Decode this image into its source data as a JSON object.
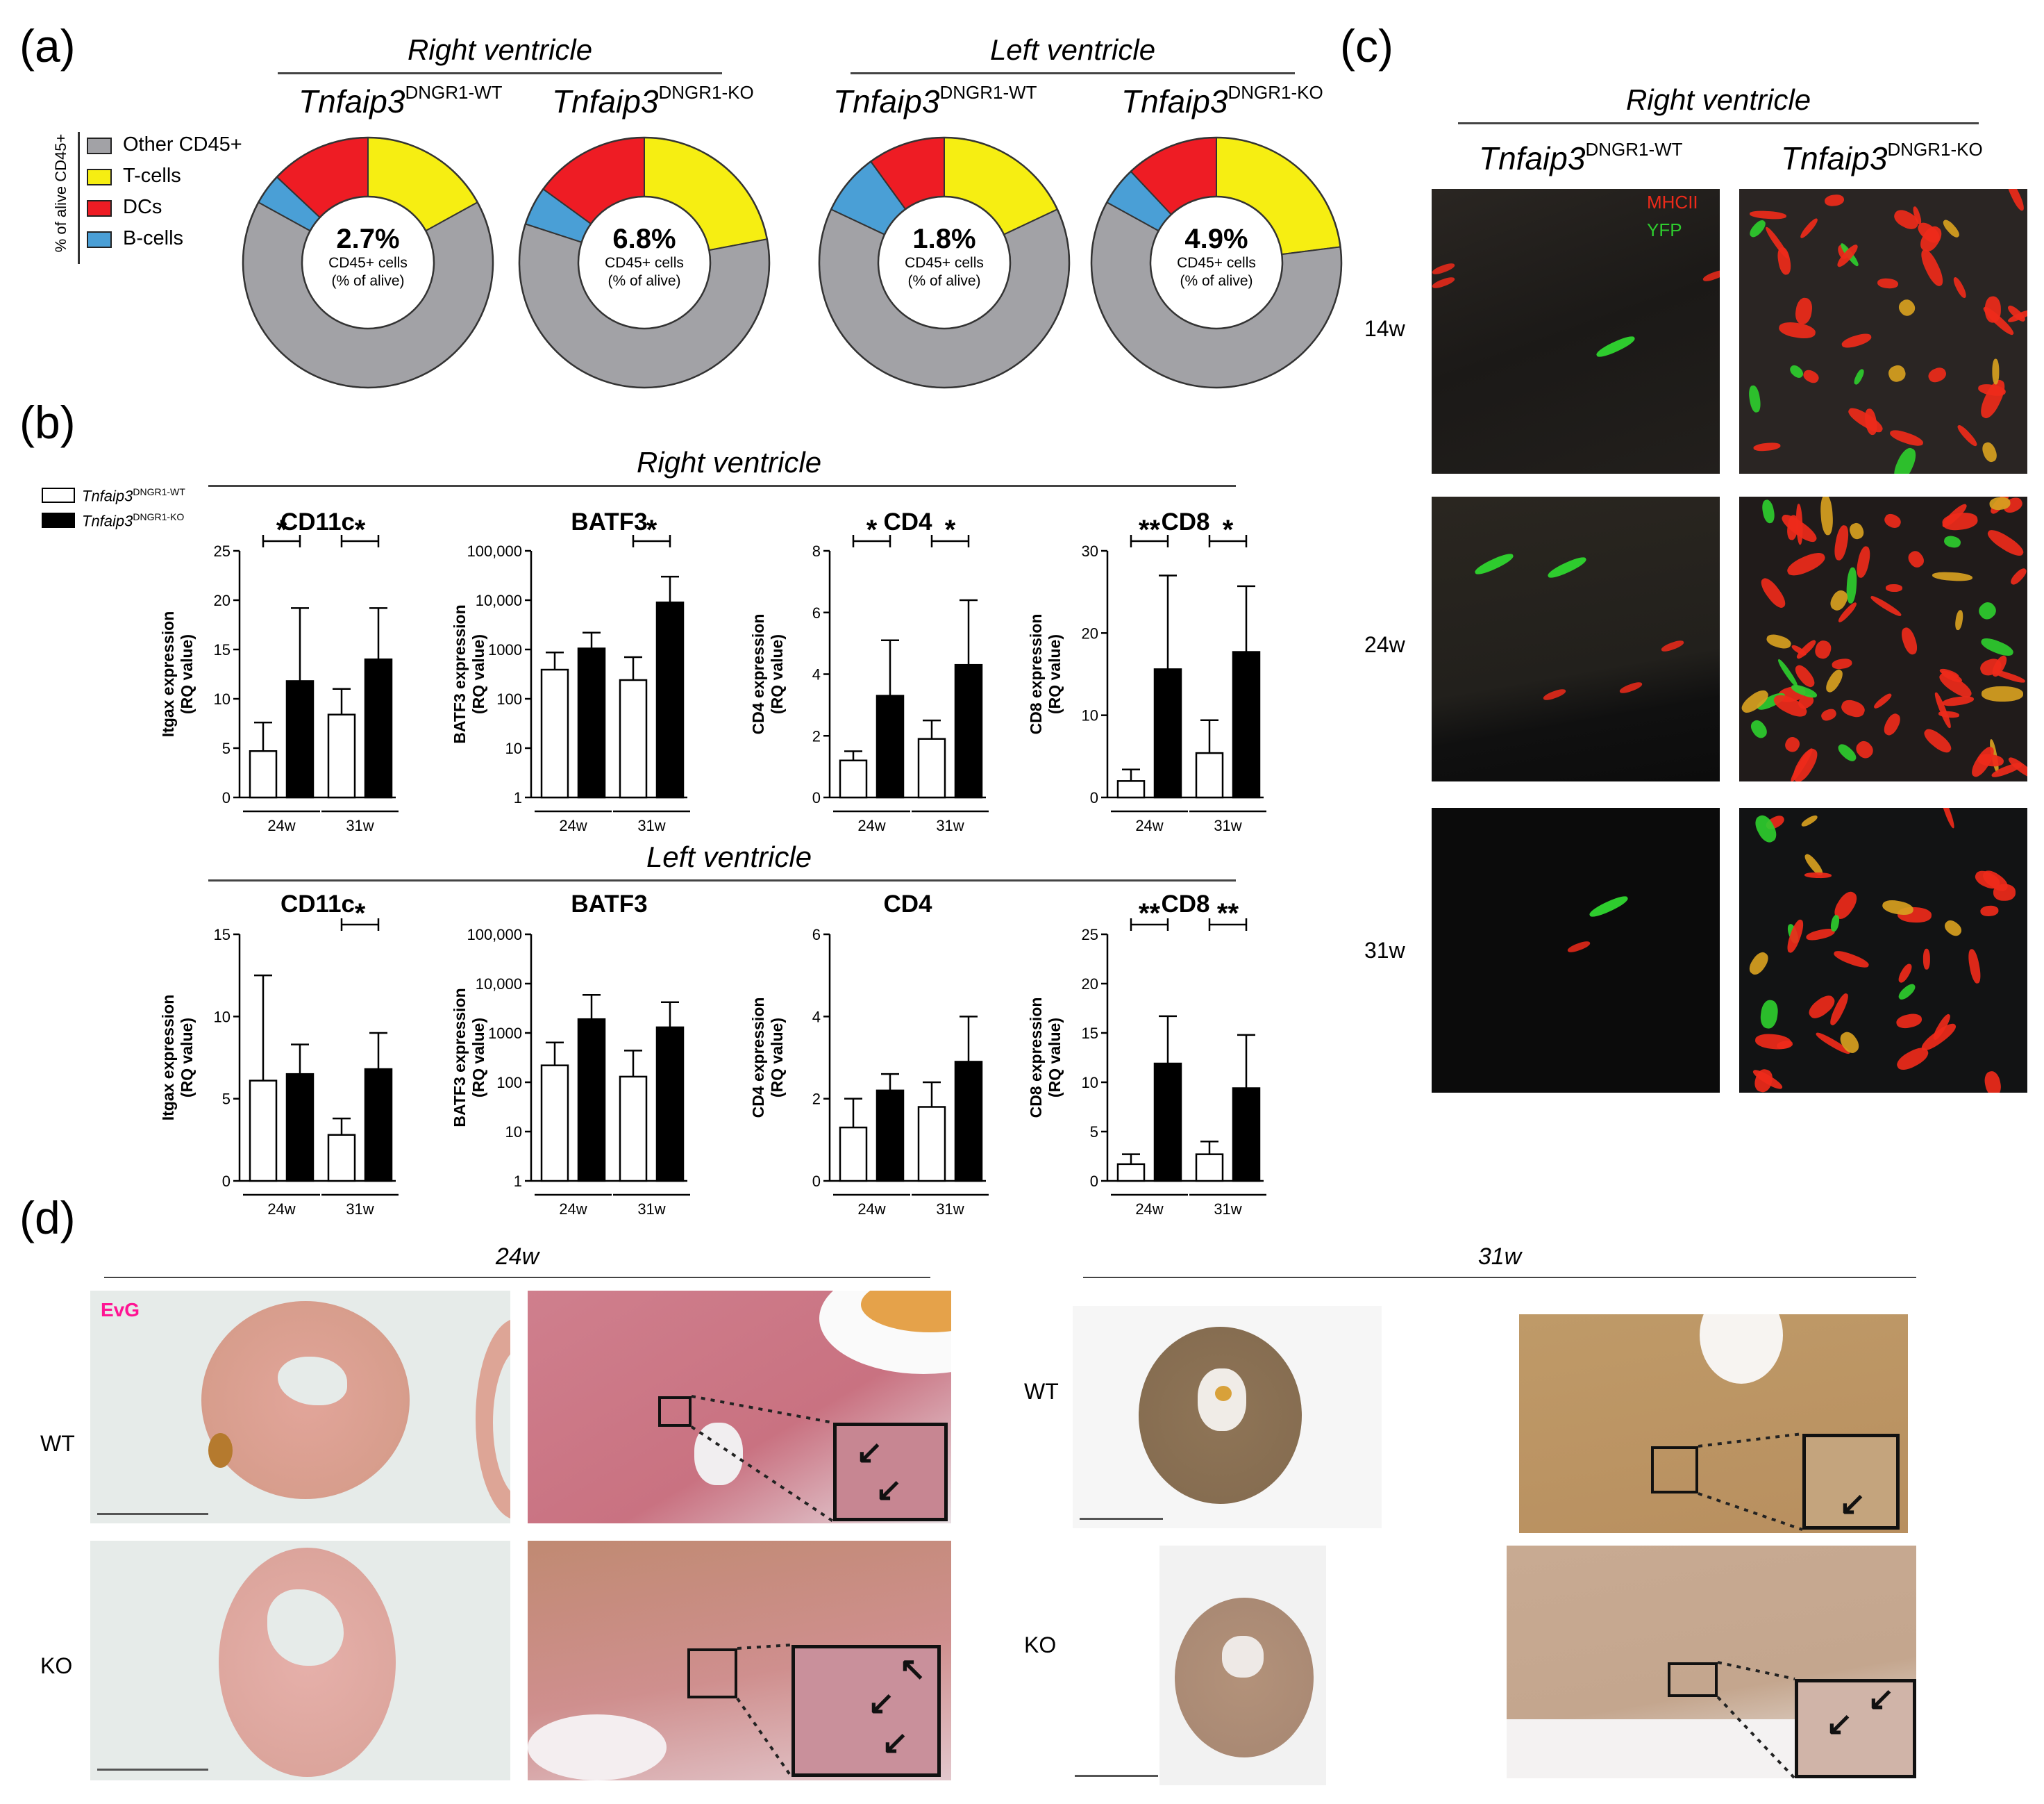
{
  "panel_labels": {
    "a": "(a)",
    "b": "(b)",
    "c": "(c)",
    "d": "(d)"
  },
  "panel_a": {
    "headers": {
      "rv": "Right ventricle",
      "lv": "Left ventricle"
    },
    "genotypes": {
      "prefix": "Tnfaip3",
      "wt": "DNGR1-WT",
      "ko": "DNGR1-KO"
    },
    "legend": {
      "axis_label": "% of alive CD45+",
      "items": [
        {
          "label": "Other CD45+",
          "color": "#a2a2a6"
        },
        {
          "label": "T-cells",
          "color": "#f6ee12"
        },
        {
          "label": "DCs",
          "color": "#ee1c24"
        },
        {
          "label": "B-cells",
          "color": "#4a9fd6"
        }
      ]
    },
    "center_sub1": "CD45+ cells",
    "center_sub2": "(% of alive)",
    "donuts": [
      {
        "pct": "2.7%",
        "slices": [
          66,
          17,
          13,
          4
        ]
      },
      {
        "pct": "6.8%",
        "slices": [
          58,
          22,
          15,
          5
        ]
      },
      {
        "pct": "1.8%",
        "slices": [
          64,
          18,
          10,
          8
        ]
      },
      {
        "pct": "4.9%",
        "slices": [
          60,
          23,
          12,
          5
        ]
      }
    ]
  },
  "panel_b": {
    "headers": {
      "rv": "Right ventricle",
      "lv": "Left ventricle"
    },
    "legend": {
      "prefix": "Tnfaip3",
      "wt": "DNGR1-WT",
      "ko": "DNGR1-KO"
    },
    "groups": [
      "24w",
      "31w"
    ]
  },
  "chart_data": [
    {
      "type": "bar",
      "title": "CD11c",
      "ylabel": "Itgax expression",
      "ylabel2": "(RQ value)",
      "scale": "linear",
      "ylim": [
        0,
        25
      ],
      "yticks": [
        0,
        5,
        10,
        15,
        20,
        25
      ],
      "tick_labels": [
        "0",
        "5",
        "10",
        "15",
        "20",
        "25"
      ],
      "categories": [
        "24w",
        "31w"
      ],
      "series": [
        {
          "values": [
            4.7,
            8.4
          ],
          "errors": [
            2.9,
            2.6
          ]
        },
        {
          "values": [
            11.8,
            14.0
          ],
          "errors": [
            7.4,
            5.2
          ]
        }
      ],
      "significance": [
        {
          "group": 0,
          "label": "*"
        },
        {
          "group": 1,
          "label": "*"
        }
      ]
    },
    {
      "type": "bar",
      "title": "BATF3",
      "ylabel": "BATF3 expression",
      "ylabel2": "(RQ value)",
      "scale": "log",
      "ylim": [
        1,
        100000
      ],
      "yticks": [
        1,
        10,
        100,
        1000,
        10000,
        100000
      ],
      "tick_labels": [
        "1",
        "10",
        "100",
        "1000",
        "10,000",
        "100,000"
      ],
      "categories": [
        "24w",
        "31w"
      ],
      "series": [
        {
          "values": [
            390,
            240
          ],
          "errors": [
            480,
            460
          ]
        },
        {
          "values": [
            1050,
            9000
          ],
          "errors": [
            1150,
            21000
          ]
        }
      ],
      "significance": [
        {
          "group": 1,
          "label": "*"
        }
      ]
    },
    {
      "type": "bar",
      "title": "CD4",
      "ylabel": "CD4 expression",
      "ylabel2": "(RQ value)",
      "scale": "linear",
      "ylim": [
        0,
        8
      ],
      "yticks": [
        0,
        2,
        4,
        6,
        8
      ],
      "tick_labels": [
        "0",
        "2",
        "4",
        "6",
        "8"
      ],
      "categories": [
        "24w",
        "31w"
      ],
      "series": [
        {
          "values": [
            1.2,
            1.9
          ],
          "errors": [
            0.3,
            0.6
          ]
        },
        {
          "values": [
            3.3,
            4.3
          ],
          "errors": [
            1.8,
            2.1
          ]
        }
      ],
      "significance": [
        {
          "group": 0,
          "label": "*"
        },
        {
          "group": 1,
          "label": "*"
        }
      ]
    },
    {
      "type": "bar",
      "title": "CD8",
      "ylabel": "CD8 expression",
      "ylabel2": "(RQ value)",
      "scale": "linear",
      "ylim": [
        0,
        30
      ],
      "yticks": [
        0,
        10,
        20,
        30
      ],
      "tick_labels": [
        "0",
        "10",
        "20",
        "30"
      ],
      "categories": [
        "24w",
        "31w"
      ],
      "series": [
        {
          "values": [
            2.0,
            5.4
          ],
          "errors": [
            1.4,
            4.0
          ]
        },
        {
          "values": [
            15.6,
            17.7
          ],
          "errors": [
            11.4,
            8.0
          ]
        }
      ],
      "significance": [
        {
          "group": 0,
          "label": "**"
        },
        {
          "group": 1,
          "label": "*"
        }
      ]
    },
    {
      "type": "bar",
      "title": "CD11c",
      "ylabel": "Itgax expression",
      "ylabel2": "(RQ value)",
      "scale": "linear",
      "ylim": [
        0,
        15
      ],
      "yticks": [
        0,
        5,
        10,
        15
      ],
      "tick_labels": [
        "0",
        "5",
        "10",
        "15"
      ],
      "categories": [
        "24w",
        "31w"
      ],
      "series": [
        {
          "values": [
            6.1,
            2.8
          ],
          "errors": [
            6.4,
            1.0
          ]
        },
        {
          "values": [
            6.5,
            6.8
          ],
          "errors": [
            1.8,
            2.2
          ]
        }
      ],
      "significance": [
        {
          "group": 1,
          "label": "*"
        }
      ]
    },
    {
      "type": "bar",
      "title": "BATF3",
      "ylabel": "BATF3 expression",
      "ylabel2": "(RQ value)",
      "scale": "log",
      "ylim": [
        1,
        100000
      ],
      "yticks": [
        1,
        10,
        100,
        1000,
        10000,
        100000
      ],
      "tick_labels": [
        "1",
        "10",
        "100",
        "1000",
        "10,000",
        "100,000"
      ],
      "categories": [
        "24w",
        "31w"
      ],
      "series": [
        {
          "values": [
            220,
            130
          ],
          "errors": [
            420,
            310
          ]
        },
        {
          "values": [
            1900,
            1300
          ],
          "errors": [
            4000,
            2900
          ]
        }
      ],
      "significance": []
    },
    {
      "type": "bar",
      "title": "CD4",
      "ylabel": "CD4 expression",
      "ylabel2": "(RQ value)",
      "scale": "linear",
      "ylim": [
        0,
        6
      ],
      "yticks": [
        0,
        2,
        4,
        6
      ],
      "tick_labels": [
        "0",
        "2",
        "4",
        "6"
      ],
      "categories": [
        "24w",
        "31w"
      ],
      "series": [
        {
          "values": [
            1.3,
            1.8
          ],
          "errors": [
            0.7,
            0.6
          ]
        },
        {
          "values": [
            2.2,
            2.9
          ],
          "errors": [
            0.4,
            1.1
          ]
        }
      ],
      "significance": []
    },
    {
      "type": "bar",
      "title": "CD8",
      "ylabel": "CD8 expression",
      "ylabel2": "(RQ value)",
      "scale": "linear",
      "ylim": [
        0,
        25
      ],
      "yticks": [
        0,
        5,
        10,
        15,
        20,
        25
      ],
      "tick_labels": [
        "0",
        "5",
        "10",
        "15",
        "20",
        "25"
      ],
      "categories": [
        "24w",
        "31w"
      ],
      "series": [
        {
          "values": [
            1.7,
            2.7
          ],
          "errors": [
            1.0,
            1.3
          ]
        },
        {
          "values": [
            11.9,
            9.4
          ],
          "errors": [
            4.8,
            5.4
          ]
        }
      ],
      "significance": [
        {
          "group": 0,
          "label": "**"
        },
        {
          "group": 1,
          "label": "**"
        }
      ]
    }
  ],
  "panel_c": {
    "header": "Right ventricle",
    "genotypes": {
      "prefix": "Tnfaip3",
      "wt": "DNGR1-WT",
      "ko": "DNGR1-KO"
    },
    "rows": [
      "14w",
      "24w",
      "31w"
    ],
    "channels": [
      {
        "label": "MHCII",
        "color": "#ee2a1a"
      },
      {
        "label": "YFP",
        "color": "#2ecc2e"
      }
    ]
  },
  "panel_d": {
    "timepoints": [
      "24w",
      "31w"
    ],
    "stain_label": "EvG",
    "stain_color": "#ff1493",
    "rows": [
      "WT",
      "KO"
    ]
  }
}
